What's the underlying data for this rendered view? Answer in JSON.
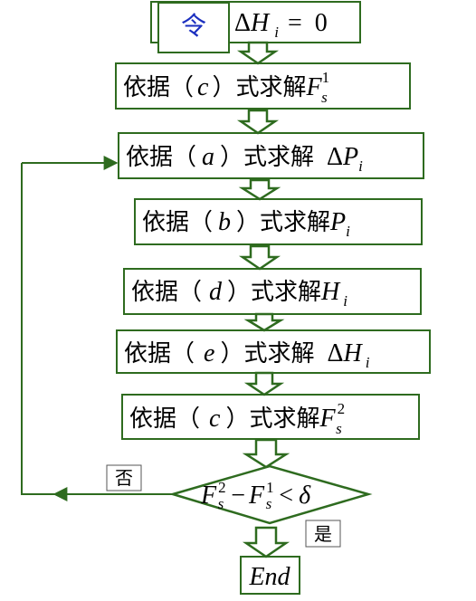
{
  "diagram": {
    "colors": {
      "stroke": "#2e6b1f",
      "text": "#000000",
      "accent_text": "#1b2fbf",
      "background": "#ffffff"
    },
    "start": {
      "ling": "令",
      "expr": {
        "delta": "Δ",
        "var": "H",
        "sub": "i",
        "eq": "=",
        "val": "0"
      }
    },
    "steps": [
      {
        "prefix": "依据（",
        "letter": "c",
        "suffix": "）式求解",
        "delta": "",
        "var": "F",
        "sub": "s",
        "sup": "1"
      },
      {
        "prefix": "依据（",
        "letter": "a",
        "suffix": "）式求解",
        "delta": "Δ",
        "var": "P",
        "sub": "i",
        "sup": ""
      },
      {
        "prefix": "依据（",
        "letter": "b",
        "suffix": "）式求解",
        "delta": "",
        "var": "P",
        "sub": "i",
        "sup": ""
      },
      {
        "prefix": "依据（",
        "letter": "d",
        "suffix": "）式求解",
        "delta": "",
        "var": "H",
        "sub": "i",
        "sup": ""
      },
      {
        "prefix": "依据（",
        "letter": "e",
        "suffix": "）式求解",
        "delta": "Δ",
        "var": "H",
        "sub": "i",
        "sup": ""
      },
      {
        "prefix": "依据（",
        "letter": "c",
        "suffix": "）式求解",
        "delta": "",
        "var": "F",
        "sub": "s",
        "sup": "2"
      }
    ],
    "decision": {
      "a_var": "F",
      "a_sub": "s",
      "a_sup": "2",
      "minus": "−",
      "b_var": "F",
      "b_sub": "s",
      "b_sup": "1",
      "lt": "<",
      "delta": "δ"
    },
    "labels": {
      "no": "否",
      "yes": "是"
    },
    "end": "End"
  }
}
